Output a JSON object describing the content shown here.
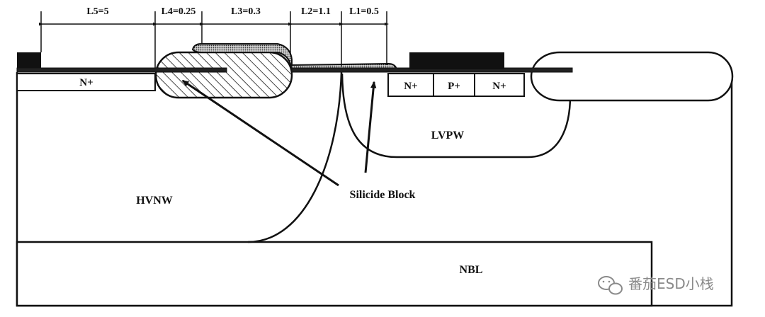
{
  "dimensions": [
    {
      "id": "L5",
      "text": "L5=5"
    },
    {
      "id": "L4",
      "text": "L4=0.25"
    },
    {
      "id": "L3",
      "text": "L3=0.3"
    },
    {
      "id": "L2",
      "text": "L2=1.1"
    },
    {
      "id": "L1",
      "text": "L1=0.5"
    }
  ],
  "regions": {
    "n_plus_left": "N+",
    "hvnw": "HVNW",
    "lvpw": "LVPW",
    "nbl": "NBL",
    "n_plus_1": "N+",
    "p_plus": "P+",
    "n_plus_2": "N+"
  },
  "annotation": "Silicide Block",
  "watermark": "番茄ESD小栈"
}
